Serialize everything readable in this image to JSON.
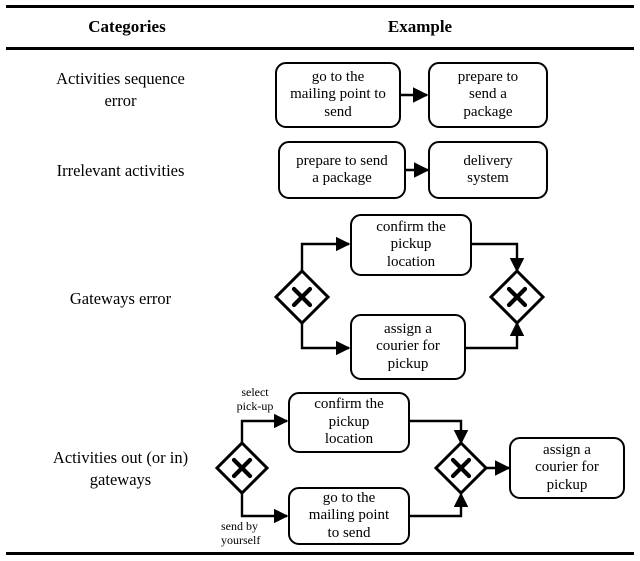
{
  "table": {
    "headers": {
      "categories": "Categories",
      "example": "Example"
    },
    "rows": [
      {
        "category": "Activities sequence\nerror",
        "category_lines": [
          "Activities sequence",
          "error"
        ],
        "diagram": {
          "type": "bpmn-sequence",
          "tasks": [
            {
              "id": "t1",
              "lines": [
                "go to the",
                "mailing point to",
                "send"
              ]
            },
            {
              "id": "t2",
              "lines": [
                "prepare to",
                "send a",
                "package"
              ]
            }
          ],
          "gateways": [],
          "flows": [
            {
              "from": "t1",
              "to": "t2",
              "label": ""
            }
          ]
        }
      },
      {
        "category": "Irrelevant activities",
        "category_lines": [
          "Irrelevant activities"
        ],
        "diagram": {
          "type": "bpmn-sequence",
          "tasks": [
            {
              "id": "t3",
              "lines": [
                "prepare to send",
                "a package"
              ]
            },
            {
              "id": "t4",
              "lines": [
                "delivery",
                "system"
              ]
            }
          ],
          "gateways": [],
          "flows": [
            {
              "from": "t3",
              "to": "t4",
              "label": ""
            }
          ]
        }
      },
      {
        "category": "Gateways error",
        "category_lines": [
          "Gateways error"
        ],
        "diagram": {
          "type": "bpmn-parallel-split",
          "tasks": [
            {
              "id": "t5",
              "lines": [
                "confirm the",
                "pickup",
                "location"
              ]
            },
            {
              "id": "t6",
              "lines": [
                "assign a",
                "courier for",
                "pickup"
              ]
            }
          ],
          "gateways": [
            {
              "id": "g1",
              "kind": "exclusive",
              "symbol": "X"
            },
            {
              "id": "g2",
              "kind": "exclusive",
              "symbol": "X"
            }
          ],
          "flows": [
            {
              "from": "g1",
              "to": "t5",
              "label": ""
            },
            {
              "from": "g1",
              "to": "t6",
              "label": ""
            },
            {
              "from": "t5",
              "to": "g2",
              "label": ""
            },
            {
              "from": "t6",
              "to": "g2",
              "label": ""
            }
          ]
        }
      },
      {
        "category": "Activities out (or in)\ngateways",
        "category_lines": [
          "Activities out (or in)",
          "gateways"
        ],
        "diagram": {
          "type": "bpmn-parallel-split-merge",
          "tasks": [
            {
              "id": "t7",
              "lines": [
                "confirm the",
                "pickup",
                "location"
              ]
            },
            {
              "id": "t8",
              "lines": [
                "go to the",
                "mailing point",
                "to send"
              ]
            },
            {
              "id": "t9",
              "lines": [
                "assign a",
                "courier for",
                "pickup"
              ]
            }
          ],
          "gateways": [
            {
              "id": "g3",
              "kind": "exclusive",
              "symbol": "X"
            },
            {
              "id": "g4",
              "kind": "exclusive",
              "symbol": "X"
            }
          ],
          "flows": [
            {
              "from": "g3",
              "to": "t7",
              "label": "select pick-up"
            },
            {
              "from": "g3",
              "to": "t8",
              "label": "send by yourself"
            },
            {
              "from": "t7",
              "to": "g4",
              "label": ""
            },
            {
              "from": "t8",
              "to": "g4",
              "label": ""
            },
            {
              "from": "g4",
              "to": "t9",
              "label": ""
            }
          ],
          "annotations": [
            {
              "id": "a1",
              "lines": [
                "select",
                "pick-up"
              ]
            },
            {
              "id": "a2",
              "lines": [
                "send by",
                "yourself"
              ]
            }
          ]
        }
      }
    ]
  },
  "colors": {
    "ink": "#000000",
    "paper": "#ffffff"
  }
}
